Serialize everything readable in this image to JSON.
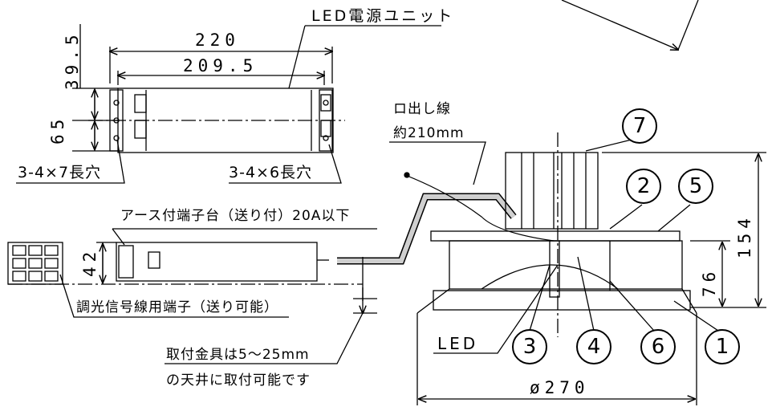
{
  "colors": {
    "line": "#000000",
    "background": "#ffffff",
    "cable": "#cfcfcf"
  },
  "psu": {
    "title": "LED電源ユニット",
    "dim_220": "220",
    "dim_209_5": "209.5",
    "dim_39_5": "39.5",
    "dim_65": "65",
    "slot_left": "3-4×7長穴",
    "slot_right": "3-4×6長穴"
  },
  "terminal": {
    "earth_label": "アース付端子台（送り付）20A以下",
    "dim_42": "42",
    "dim_signal": "調光信号線用端子（送り可能）"
  },
  "cable": {
    "label": "ロ出し線",
    "length": "約210mm"
  },
  "fixture": {
    "dim_154": "154",
    "dim_76": "76",
    "dim_diameter": "ø270",
    "led_label": "LED",
    "ceiling_note_1": "取付金具は5～25mm",
    "ceiling_note_2": "の天井に取付可能です",
    "parts": [
      "7",
      "2",
      "5",
      "3",
      "4",
      "6",
      "1"
    ]
  }
}
